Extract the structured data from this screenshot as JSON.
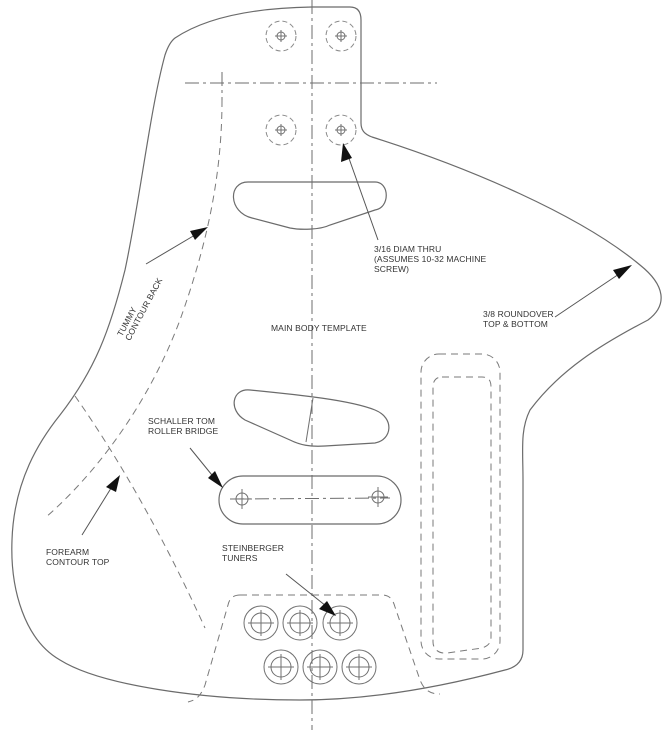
{
  "diagram": {
    "title": "MAIN BODY TEMPLATE",
    "type": "technical drawing - guitar body template",
    "line_color": "#6b6b6b",
    "text_color": "#333333",
    "background": "#ffffff"
  },
  "annotations": {
    "screw_holes": {
      "line1": "3/16 DIAM THRU",
      "line2": "(ASSUMES 10-32 MACHINE",
      "line3": "SCREW)"
    },
    "roundover": {
      "line1": "3/8 ROUNDOVER",
      "line2": "TOP & BOTTOM"
    },
    "tummy": {
      "line1": "TUMMY",
      "line2": "CONTOUR BACK"
    },
    "bridge": {
      "line1": "SCHALLER TOM",
      "line2": "ROLLER BRIDGE"
    },
    "forearm": {
      "line1": "FOREARM",
      "line2": "CONTOUR TOP"
    },
    "tuners": {
      "line1": "STEINBERGER",
      "line2": "TUNERS"
    }
  },
  "features": {
    "neck_screw_holes": 4,
    "tuner_holes": 6,
    "pickup_cavities": 2,
    "control_cavity": 1
  }
}
